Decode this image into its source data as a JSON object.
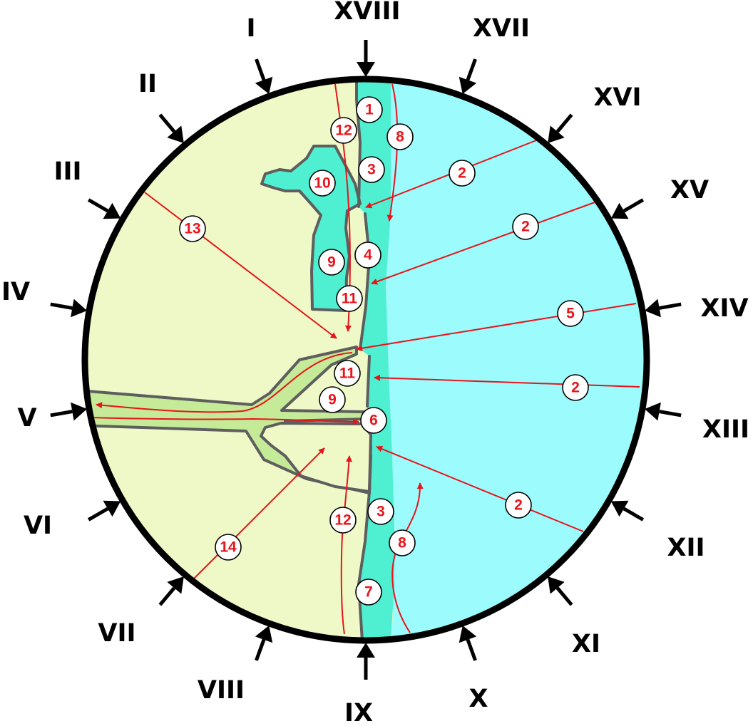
{
  "colors": {
    "land": "#eff9c7",
    "sea": "#9cfbfc",
    "shore": "#4fefd2",
    "marsh": "#c5eb98",
    "outline": "#5e5e5e",
    "arrow": "#e8141b",
    "border": "#000000"
  },
  "border_labels": [
    "XVIII",
    "I",
    "II",
    "III",
    "IV",
    "V",
    "VI",
    "VII",
    "VIII",
    "IX",
    "X",
    "XI",
    "XII",
    "XIII",
    "XIV",
    "XV",
    "XVI",
    "XVII"
  ],
  "numbers": [
    "1",
    "12",
    "8",
    "3",
    "2",
    "10",
    "2",
    "13",
    "9",
    "4",
    "11",
    "5",
    "11",
    "2",
    "9",
    "6",
    "2",
    "3",
    "12",
    "8",
    "14",
    "7"
  ]
}
